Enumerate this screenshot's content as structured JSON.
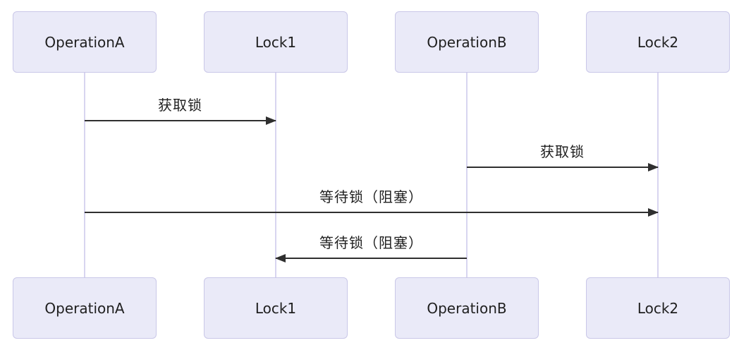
{
  "diagram": {
    "type": "sequence",
    "actors": [
      {
        "id": "operation-a",
        "label": "OperationA"
      },
      {
        "id": "lock-1",
        "label": "Lock1"
      },
      {
        "id": "operation-b",
        "label": "OperationB"
      },
      {
        "id": "lock-2",
        "label": "Lock2"
      }
    ],
    "messages": [
      {
        "from": "OperationA",
        "to": "Lock1",
        "label": "获取锁",
        "direction": "right"
      },
      {
        "from": "OperationB",
        "to": "Lock2",
        "label": "获取锁",
        "direction": "right"
      },
      {
        "from": "OperationA",
        "to": "Lock2",
        "label": "等待锁（阻塞）",
        "direction": "right"
      },
      {
        "from": "OperationB",
        "to": "Lock1",
        "label": "等待锁（阻塞）",
        "direction": "left"
      }
    ],
    "colors": {
      "actor_fill": "#EAEAF8",
      "actor_border": "#C9C7E8",
      "lifeline": "#D8D5F0",
      "arrow": "#2F2F2F",
      "text": "#1F1F1F",
      "background": "#FFFFFF"
    }
  }
}
